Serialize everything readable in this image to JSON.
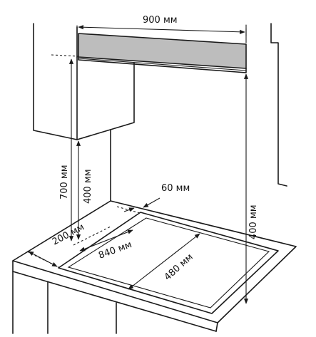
{
  "dimensions": {
    "width_top": "900 мм",
    "depth_cutout_gap": "60 мм",
    "height_total": "700 мм",
    "height_hood_left": "400 мм",
    "height_hood_right": "400 мм",
    "side_clearance": "200 мм",
    "cutout_width": "840 мм",
    "cutout_depth": "480 мм"
  },
  "colors": {
    "line": "#1a1a1a",
    "hood_panel": "#bdbdbd",
    "background": "#ffffff"
  }
}
